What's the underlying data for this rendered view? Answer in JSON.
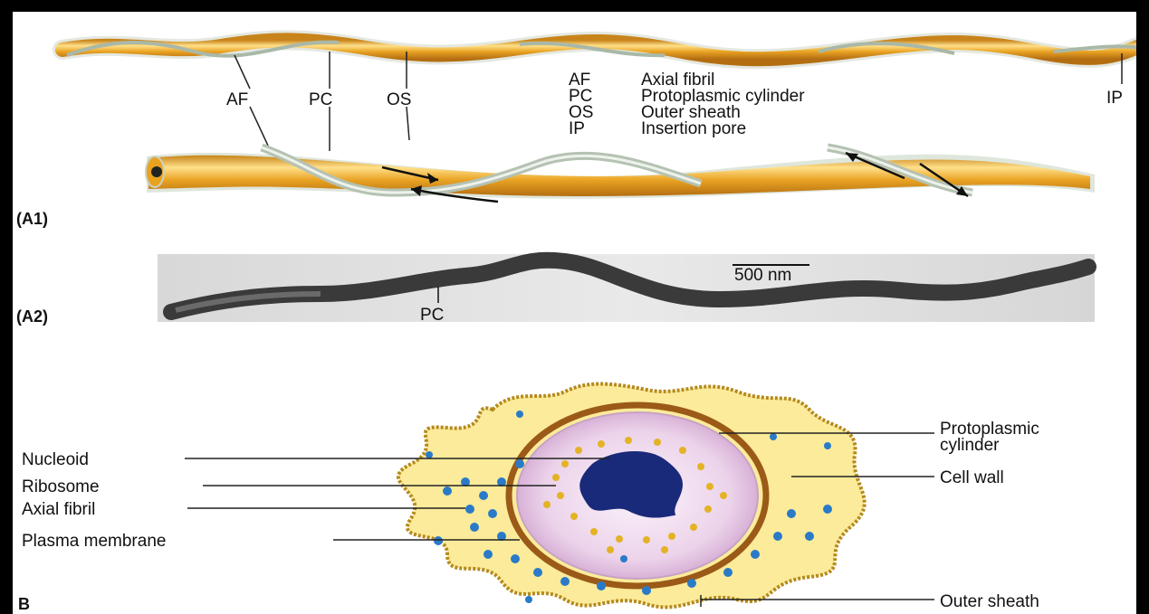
{
  "panel_tags": {
    "a1": "(A1)",
    "a2": "(A2)",
    "b": "B"
  },
  "abbreviations": {
    "af": "AF",
    "pc": "PC",
    "os": "OS",
    "ip": "IP"
  },
  "legend": [
    {
      "code": "AF",
      "term": "Axial fibril"
    },
    {
      "code": "PC",
      "term": "Protoplasmic cylinder"
    },
    {
      "code": "OS",
      "term": "Outer sheath"
    },
    {
      "code": "IP",
      "term": "Insertion pore"
    }
  ],
  "micrograph": {
    "scale_bar": "500 nm",
    "pc_label": "PC"
  },
  "cross_section": {
    "left_labels": [
      "Nucleoid",
      "Ribosome",
      "Axial fibril",
      "Plasma membrane"
    ],
    "right_labels": {
      "protoplasmic_cylinder_line1": "Protoplasmic",
      "protoplasmic_cylinder_line2": "cylinder",
      "cell_wall": "Cell wall",
      "outer_sheath": "Outer sheath"
    }
  },
  "colors": {
    "cylinder": "#e8a51e",
    "cylinder_highlight": "#ffe08a",
    "fibril": "#b8c4b0",
    "nucleoid": "#1a2a7a",
    "ribosome": "#e3b325",
    "fibril_dot": "#2a7ac8",
    "sheath_fill": "#fbeb9a",
    "cytoplasm": "#f1dcef"
  }
}
